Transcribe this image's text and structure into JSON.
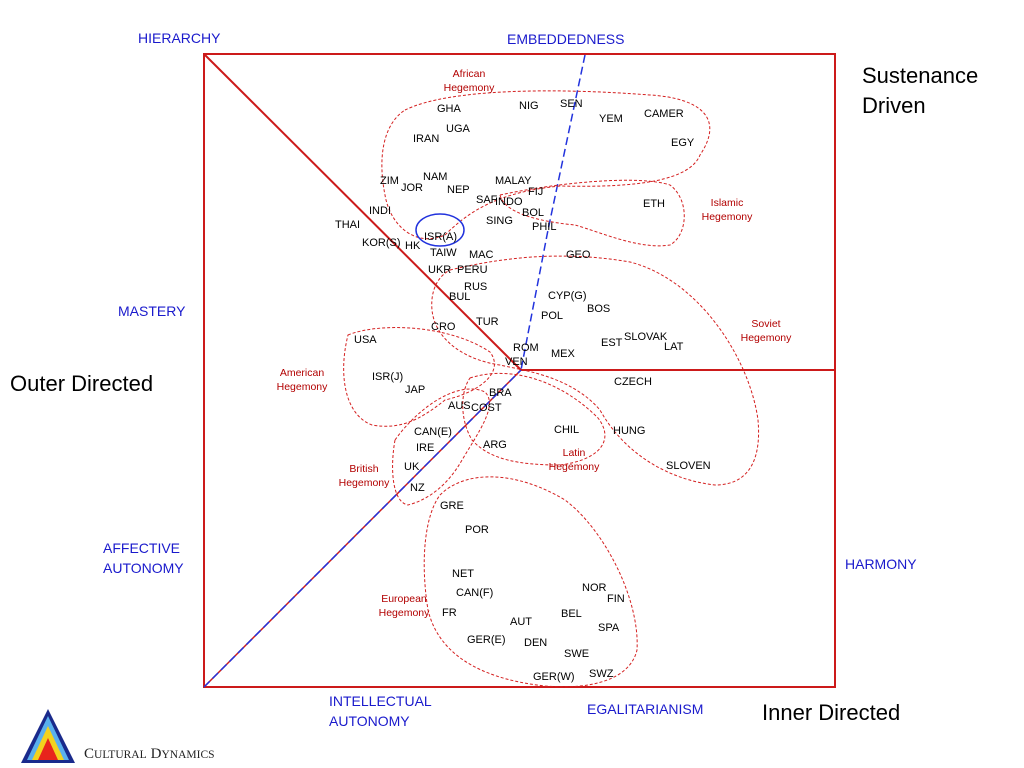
{
  "dimensions": {
    "hierarchy": "HIERARCHY",
    "embeddedness": "EMBEDDEDNESS",
    "mastery": "MASTERY",
    "affective_autonomy": [
      "AFFECTIVE",
      "AUTONOMY"
    ],
    "intellectual_autonomy": [
      "INTELLECTUAL",
      "AUTONOMY"
    ],
    "egalitarianism": "EGALITARIANISM",
    "harmony": "HARMONY"
  },
  "orientations": {
    "sustenance_driven": [
      "Sustenance",
      "Driven"
    ],
    "outer_directed": "Outer Directed",
    "inner_directed": "Inner Directed"
  },
  "hegemonies": {
    "african": [
      "African",
      "Hegemony"
    ],
    "islamic": [
      "Islamic",
      "Hegemony"
    ],
    "soviet": [
      "Soviet",
      "Hegemony"
    ],
    "american": [
      "American",
      "Hegemony"
    ],
    "british": [
      "British",
      "Hegemony"
    ],
    "latin": [
      "Latin",
      "Hegemony"
    ],
    "european": [
      "European",
      "Hegemony"
    ]
  },
  "countries": {
    "ghana": "GHA",
    "nigeria": "NIG",
    "senegal": "SEN",
    "yemen": "YEM",
    "cameroon": "CAMER",
    "uganda": "UGA",
    "iran": "IRAN",
    "egypt": "EGY",
    "zimbabwe": "ZIM",
    "namibia": "NAM",
    "jordan": "JOR",
    "nepal": "NEP",
    "malaysia": "MALAY",
    "fiji": "FIJ",
    "south_africa": "SAF",
    "indonesia": "INDO",
    "ethiopia": "ETH",
    "india": "INDI",
    "bolivia": "BOL",
    "singapore": "SING",
    "philippines": "PHIL",
    "thailand": "THAI",
    "israel_arab": "ISR(A)",
    "korea": "KOR(S)",
    "hong_kong": "HK",
    "taiwan": "TAIW",
    "macedonia": "MAC",
    "georgia": "GEO",
    "ukraine": "UKR",
    "peru": "PERU",
    "russia": "RUS",
    "bulgaria": "BUL",
    "cyprus": "CYP(G)",
    "bosnia": "BOS",
    "poland": "POL",
    "turkey": "TUR",
    "croatia": "CRO",
    "usa": "USA",
    "romania": "ROM",
    "venezuela": "VEN",
    "mexico": "MEX",
    "estonia": "EST",
    "slovakia": "SLOVAK",
    "latvia": "LAT",
    "czech": "CZECH",
    "israel_jewish": "ISR(J)",
    "japan": "JAP",
    "brazil": "BRA",
    "australia": "AUS",
    "costa_rica": "COST",
    "canada_english": "CAN(E)",
    "chile": "CHIL",
    "hungary": "HUNG",
    "ireland": "IRE",
    "argentina": "ARG",
    "uk": "UK",
    "slovenia": "SLOVEN",
    "new_zealand": "NZ",
    "greece": "GRE",
    "portugal": "POR",
    "netherlands": "NET",
    "canada_french": "CAN(F)",
    "norway": "NOR",
    "finland": "FIN",
    "france": "FR",
    "belgium": "BEL",
    "austria": "AUT",
    "spain": "SPA",
    "germany_east": "GER(E)",
    "denmark": "DEN",
    "sweden": "SWE",
    "germany_west": "GER(W)",
    "switzerland": "SWZ"
  },
  "logo": {
    "brand_first_initial": "C",
    "brand_first_rest": "ULTURAL",
    "brand_second_initial": "D",
    "brand_second_rest": "YNAMICS"
  },
  "colors": {
    "frame": "#cc1a1a",
    "dimension_text": "#1a1acc",
    "embeddedness_axis": "#2233dd",
    "hegemony_text": "#b20000",
    "cluster_outline": "#d42020"
  }
}
